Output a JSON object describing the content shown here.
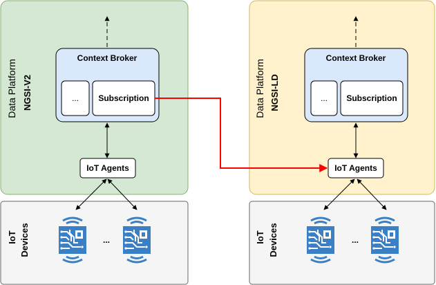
{
  "left": {
    "platform_label": "Data Platform",
    "platform_version": "NGSI-V2",
    "context_broker": "Context Broker",
    "ellipsis_box": "...",
    "subscription": "Subscription",
    "iot_agents": "IoT Agents",
    "devices_line1": "IoT",
    "devices_line2": "Devices",
    "devices_ellipsis": "..."
  },
  "right": {
    "platform_label": "Data Platform",
    "platform_version": "NGSI-LD",
    "context_broker": "Context Broker",
    "ellipsis_box": "...",
    "subscription": "Subscription",
    "iot_agents": "IoT Agents",
    "devices_line1": "IoT",
    "devices_line2": "Devices",
    "devices_ellipsis": "..."
  },
  "colors": {
    "ngsi_v2_platform_fill": "#d5e8d4",
    "ngsi_v2_platform_stroke": "#82b366",
    "ngsi_ld_platform_fill": "#fff2cc",
    "ngsi_ld_platform_stroke": "#d6b656",
    "context_broker_fill": "#dae8fc",
    "context_broker_stroke": "#000000",
    "devices_fill": "#f5f5f5",
    "devices_stroke": "#666666",
    "device_icon": "#3b7fc4",
    "subscription_link": "#ff0000"
  },
  "icons": [
    "iot-chip-icon",
    "arrow-down-icon",
    "arrow-up-icon",
    "dashed-arrow-up-icon"
  ]
}
